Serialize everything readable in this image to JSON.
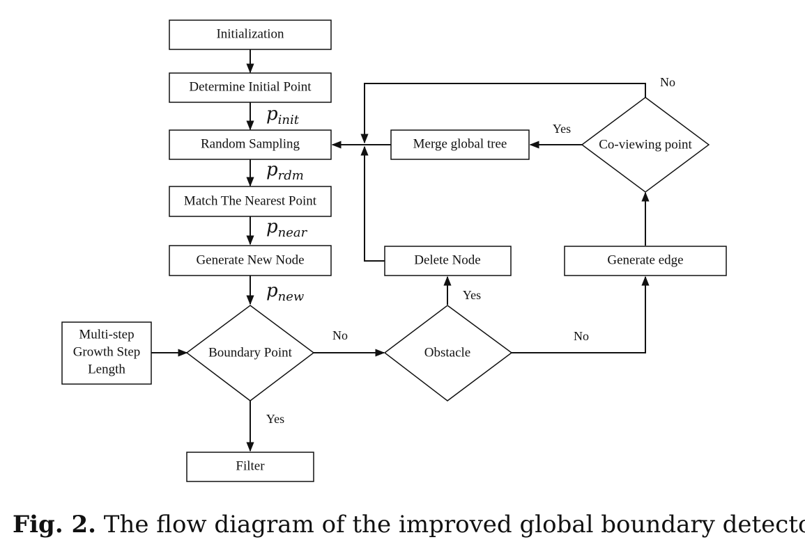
{
  "diagram": {
    "nodes": {
      "initialization": "Initialization",
      "determine_initial_point": "Determine Initial Point",
      "random_sampling": "Random Sampling",
      "match_nearest_point": "Match The Nearest Point",
      "generate_new_node": "Generate New Node",
      "boundary_point": "Boundary Point",
      "multi_step": [
        "Multi-step",
        "Growth Step",
        "Length"
      ],
      "filter": "Filter",
      "obstacle": "Obstacle",
      "delete_node": "Delete Node",
      "generate_edge": "Generate edge",
      "co_viewing_point": "Co-viewing point",
      "merge_global_tree": "Merge global tree"
    },
    "variables": {
      "p_init": {
        "base": "p",
        "sub": "init"
      },
      "p_rdm": {
        "base": "p",
        "sub": "rdm"
      },
      "p_near": {
        "base": "p",
        "sub": "near"
      },
      "p_new": {
        "base": "p",
        "sub": "new"
      }
    },
    "edge_labels": {
      "boundary_no": "No",
      "boundary_yes": "Yes",
      "obstacle_yes": "Yes",
      "obstacle_no": "No",
      "coview_yes": "Yes",
      "coview_no": "No"
    }
  },
  "caption": {
    "label": "Fig. 2.",
    "text": " The flow diagram of the improved global boundary detector"
  }
}
